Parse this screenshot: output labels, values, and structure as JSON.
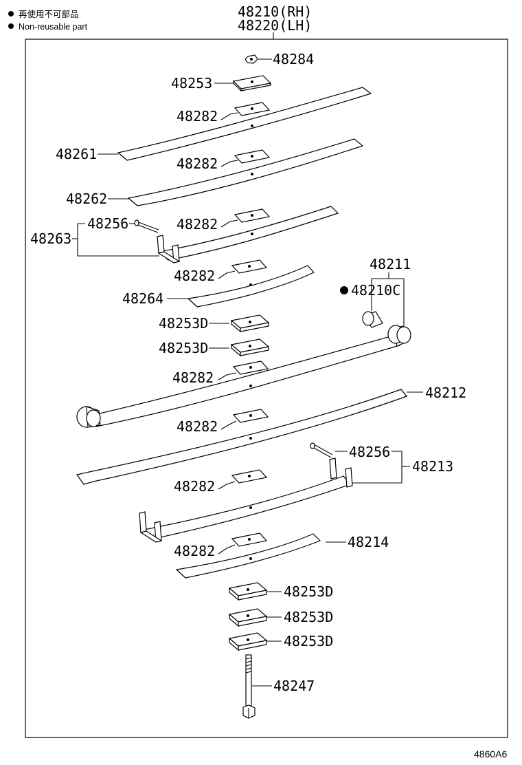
{
  "legend": {
    "line1": "再使用不可部品",
    "line2": "Non-reusable part"
  },
  "assembly": {
    "rh": "48210(RH)",
    "lh": "48220(LH)"
  },
  "figure_code": "4860A6",
  "labels": {
    "p48284": "48284",
    "p48253": "48253",
    "p48282a": "48282",
    "p48261": "48261",
    "p48282b": "48282",
    "p48262": "48262",
    "p48256a": "48256",
    "p48263": "48263",
    "p48282c": "48282",
    "p48282d": "48282",
    "p48264": "48264",
    "p48211": "48211",
    "p48210c": "48210C",
    "p48253d_a": "48253D",
    "p48253d_b": "48253D",
    "p48282e": "48282",
    "p48212": "48212",
    "p48282f": "48282",
    "p48256b": "48256",
    "p48213": "48213",
    "p48282g": "48282",
    "p48282h": "48282",
    "p48214": "48214",
    "p48253d_c": "48253D",
    "p48253d_d": "48253D",
    "p48253d_e": "48253D",
    "p48247": "48247"
  }
}
